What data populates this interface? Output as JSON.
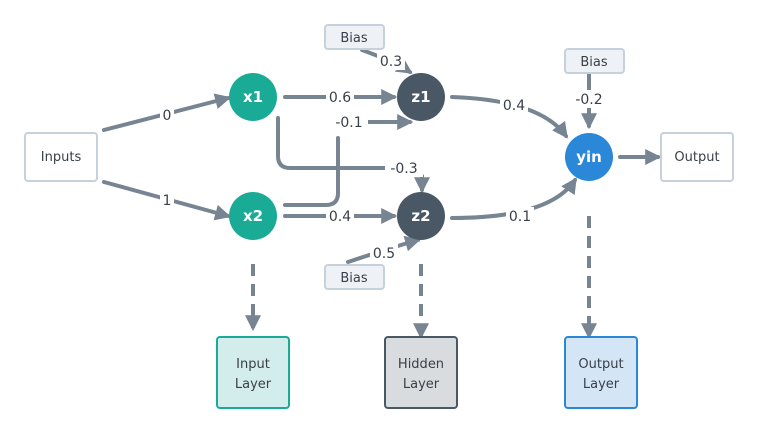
{
  "colors": {
    "edge": "#778491",
    "input_node": "#1aab97",
    "hidden_node": "#4a5866",
    "output_node": "#2b87d8",
    "input_layer_fill": "#d2edeb",
    "hidden_layer_fill": "#d9dcdf",
    "output_layer_fill": "#d4e5f6",
    "bias_fill": "#eef2f6",
    "bias_border": "#c6d1dc",
    "plain_border": "#c6d1dc"
  },
  "boxes": {
    "inputs": "Inputs",
    "output": "Output",
    "bias_z1": "Bias",
    "bias_z2": "Bias",
    "bias_yin": "Bias"
  },
  "nodes": {
    "x1": "x1",
    "x2": "x2",
    "z1": "z1",
    "z2": "z2",
    "yin": "yin"
  },
  "weights": {
    "inputs_x1": "0",
    "inputs_x2": "1",
    "x1_z1": "0.6",
    "x2_z1": "-0.1",
    "x1_z2": "-0.3",
    "x2_z2": "0.4",
    "bias_z1": "0.3",
    "bias_z2": "0.5",
    "z1_yin": "0.4",
    "z2_yin": "0.1",
    "bias_yin": "-0.2"
  },
  "layers": {
    "input": [
      "Input",
      "Layer"
    ],
    "hidden": [
      "Hidden",
      "Layer"
    ],
    "output": [
      "Output",
      "Layer"
    ]
  }
}
